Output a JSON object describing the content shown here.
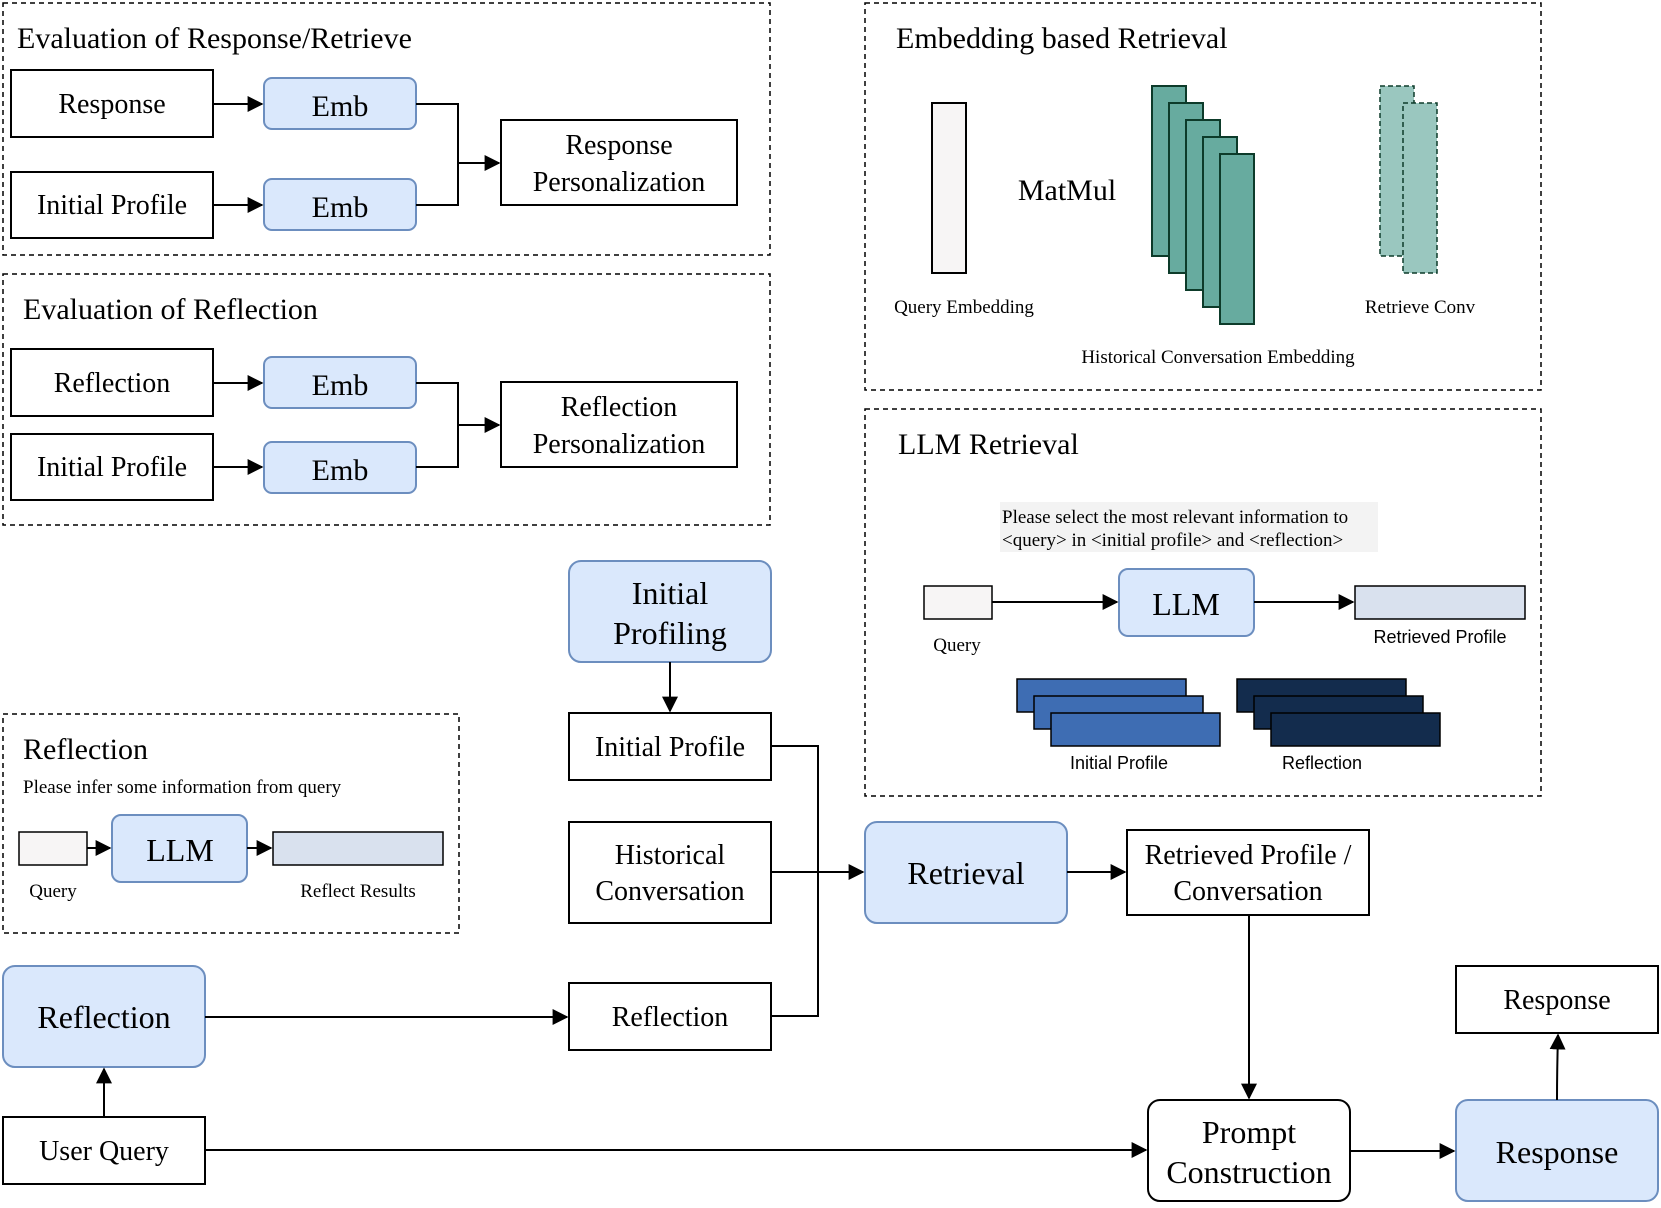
{
  "eval_response": {
    "title": "Evaluation of Response/Retrieve",
    "response": "Response",
    "initial_profile": "Initial Profile",
    "emb1": "Emb",
    "emb2": "Emb",
    "out_line1": "Response",
    "out_line2": "Personalization"
  },
  "eval_reflection": {
    "title": "Evaluation of Reflection",
    "reflection": "Reflection",
    "initial_profile": "Initial Profile",
    "emb1": "Emb",
    "emb2": "Emb",
    "out_line1": "Reflection",
    "out_line2": "Personalization"
  },
  "embedding_retrieval": {
    "title": "Embedding based Retrieval",
    "matmul": "MatMul",
    "query_embedding": "Query Embedding",
    "historical_embedding": "Historical Conversation Embedding",
    "retrieve_conv": "Retrieve Conv"
  },
  "llm_retrieval": {
    "title": "LLM Retrieval",
    "prompt_line1": "Please select the most relevant information to",
    "prompt_line2": "<query> in <initial profile> and <reflection>",
    "llm": "LLM",
    "query": "Query",
    "retrieved_profile": "Retrieved Profile",
    "initial_profile": "Initial Profile",
    "reflection": "Reflection"
  },
  "reflection_panel": {
    "title": "Reflection",
    "subtitle": "Please infer some information from query",
    "llm": "LLM",
    "query": "Query",
    "reflect_results": "Reflect Results"
  },
  "flow": {
    "initial_profiling_line1": "Initial",
    "initial_profiling_line2": "Profiling",
    "initial_profile": "Initial Profile",
    "historical_line1": "Historical",
    "historical_line2": "Conversation",
    "reflection_node": "Reflection",
    "reflection_process": "Reflection",
    "retrieval": "Retrieval",
    "retrieved_line1": "Retrieved Profile /",
    "retrieved_line2": "Conversation",
    "user_query": "User Query",
    "prompt_line1": "Prompt",
    "prompt_line2": "Construction",
    "response_process": "Response",
    "response_output": "Response"
  },
  "colors": {
    "process_fill": "#dae8fc",
    "process_stroke": "#6c8ebf",
    "teal_dark": "#67ab9f",
    "teal_light": "#9ac7bf",
    "blue_mid": "#3e6db3",
    "navy": "#132c4d",
    "result_fill": "#d9e1ee"
  }
}
